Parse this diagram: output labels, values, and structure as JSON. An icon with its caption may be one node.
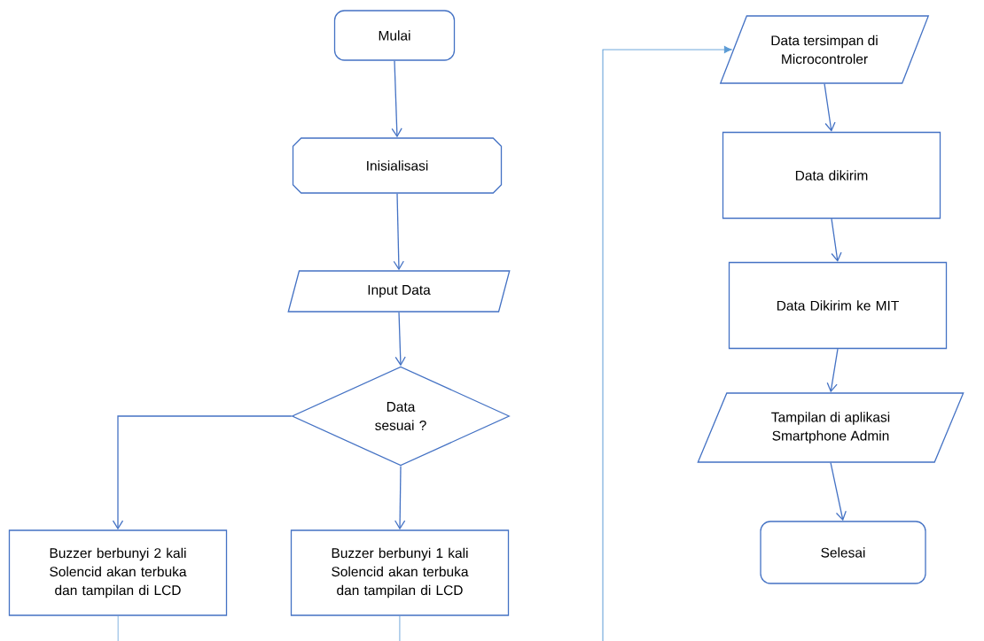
{
  "diagram": {
    "nodes": [
      {
        "text": [
          "Mulai"
        ]
      },
      {
        "text": [
          "Inisialisasi"
        ]
      },
      {
        "text": [
          "Input Data"
        ]
      },
      {
        "text": [
          "Data sesuai ?"
        ]
      },
      {
        "text": [
          "Buzzer berbunyi 2 kali Solencid akan terbuka dan tampilan di LCD"
        ]
      },
      {
        "text": [
          "Buzzer berbunyi 1 kali Solencid akan terbuka dan tampilan di LCD"
        ]
      },
      {
        "text": [
          "Data tersimpan di Microcontroler"
        ]
      },
      {
        "text": [
          "Data dikirim"
        ]
      },
      {
        "text": [
          "Data Dikirim ke MIT"
        ]
      },
      {
        "text": [
          "Tampilan di aplikasi Smartphone Admin"
        ]
      },
      {
        "text": [
          "Selesai"
        ]
      }
    ],
    "edges": [
      {
        "from": 0,
        "to": 1,
        "arrow": "to"
      },
      {
        "from": 1,
        "to": 2,
        "arrow": "to"
      },
      {
        "from": 2,
        "to": 3,
        "arrow": "to"
      },
      {
        "from": 3,
        "to": 4,
        "arrow": "to"
      },
      {
        "from": 3,
        "to": 5,
        "arrow": "to"
      },
      {
        "from": 4,
        "to": null,
        "arrow": "none",
        "color": "#5b9bd5"
      },
      {
        "from": 5,
        "to": null,
        "arrow": "none",
        "color": "#5b9bd5"
      },
      {
        "from": null,
        "to": 6,
        "arrow": "to",
        "color": "#5b9bd5"
      },
      {
        "from": 6,
        "to": 7,
        "arrow": "to"
      },
      {
        "from": 7,
        "to": 8,
        "arrow": "to"
      },
      {
        "from": 8,
        "to": 9,
        "arrow": "to"
      },
      {
        "from": 9,
        "to": 10,
        "arrow": "to"
      }
    ]
  }
}
